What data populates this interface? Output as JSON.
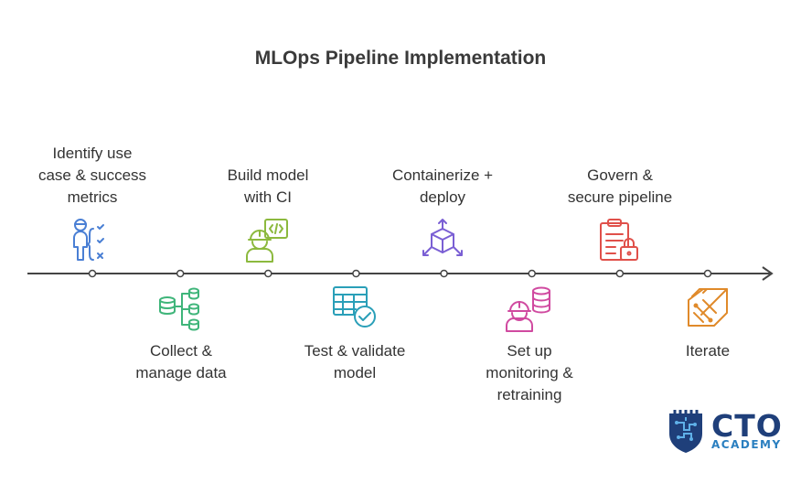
{
  "title": "MLOps Pipeline Implementation",
  "steps": [
    {
      "label": "Identify use\ncase & success\nmetrics",
      "icon": "person-checklist-icon",
      "color": "#4a7fd4",
      "position": "top"
    },
    {
      "label": "Collect &\nmanage data",
      "icon": "database-tree-icon",
      "color": "#3fb57a",
      "position": "bottom"
    },
    {
      "label": "Build model\nwith CI",
      "icon": "engineer-code-icon",
      "color": "#8cb93e",
      "position": "top"
    },
    {
      "label": "Test & validate\nmodel",
      "icon": "table-check-icon",
      "color": "#2a9fb8",
      "position": "bottom"
    },
    {
      "label": "Containerize +\ndeploy",
      "icon": "cube-arrows-icon",
      "color": "#7a5fd4",
      "position": "top"
    },
    {
      "label": "Set up\nmonitoring &\nretraining",
      "icon": "engineer-database-icon",
      "color": "#d04aa0",
      "position": "bottom"
    },
    {
      "label": "Govern &\nsecure pipeline",
      "icon": "clipboard-lock-icon",
      "color": "#e0504a",
      "position": "top"
    },
    {
      "label": "Iterate",
      "icon": "iterate-arrow-icon",
      "color": "#e08a2a",
      "position": "bottom"
    }
  ],
  "logo": {
    "main": "CTO",
    "sub": "ACADEMY",
    "primary_color": "#1f3f7a",
    "accent_color": "#2a7fc0"
  }
}
